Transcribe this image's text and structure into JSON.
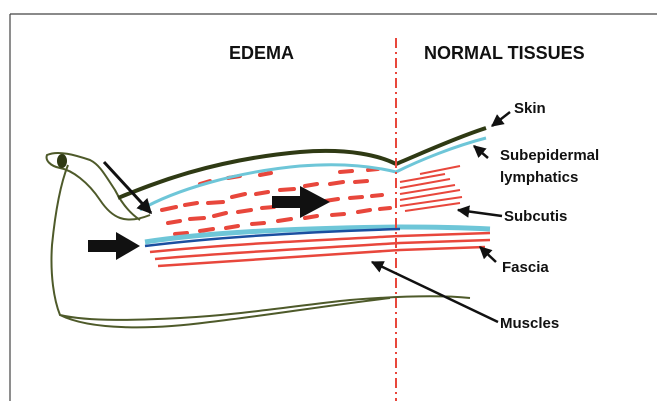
{
  "diagram": {
    "headers": {
      "left": "EDEMA",
      "right": "NORMAL TISSUES"
    },
    "labels": {
      "skin": "Skin",
      "subepidermal_line1": "Subepidermal",
      "subepidermal_line2": "lymphatics",
      "subcutis": "Subcutis",
      "fascia": "Fascia",
      "muscles": "Muscles"
    },
    "colors": {
      "skin": "#2f3a14",
      "lymphatics": "#6ec6d8",
      "subcutis": "#e8473c",
      "fascia": "#1b4fa0",
      "outline": "#4e5a2a",
      "arrows": "#111111",
      "divider": "#e8473c",
      "border": "#444444"
    }
  }
}
